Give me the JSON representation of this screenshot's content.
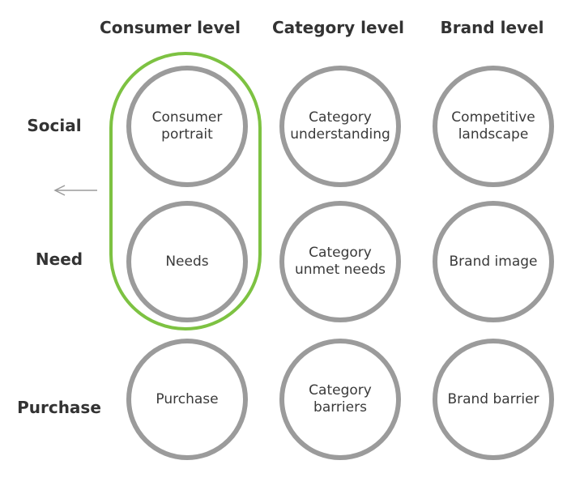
{
  "columns": [
    "Consumer level",
    "Category level",
    "Brand level"
  ],
  "rows": [
    "Social",
    "Need",
    "Purchase"
  ],
  "cells": [
    [
      "Consumer\nportrait",
      "Category\nunderstanding",
      "Competitive\nlandscape"
    ],
    [
      "Needs",
      "Category\nunmet needs",
      "Brand image"
    ],
    [
      "Purchase",
      "Category\nbarriers",
      "Brand barrier"
    ]
  ],
  "colors": {
    "circle_border": "#9b9b9b",
    "highlight": "#7dc242",
    "arrow": "#9b9b9b",
    "text": "#333333"
  },
  "highlight": {
    "column": "Consumer level",
    "rows": [
      "Social",
      "Need"
    ]
  }
}
